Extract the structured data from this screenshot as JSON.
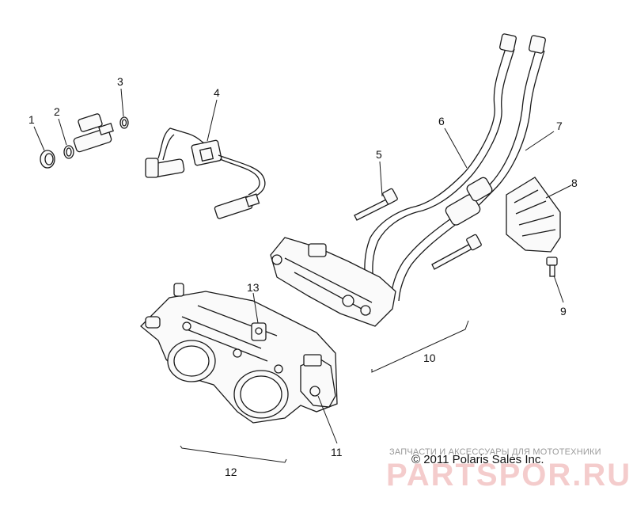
{
  "callouts": [
    "1",
    "2",
    "3",
    "4",
    "5",
    "6",
    "7",
    "8",
    "9",
    "10",
    "11",
    "12",
    "13"
  ],
  "copyright": "© 2011 Polaris Sales Inc.",
  "watermark": {
    "tagline": "ЗАПЧАСТИ И АКСЕССУАРЫ ДЛЯ МОТОТЕХНИКИ",
    "site": "PARTSPOR.RU"
  },
  "colors": {
    "line": "#1a1a1a",
    "watermark": "#f3c4c4"
  }
}
